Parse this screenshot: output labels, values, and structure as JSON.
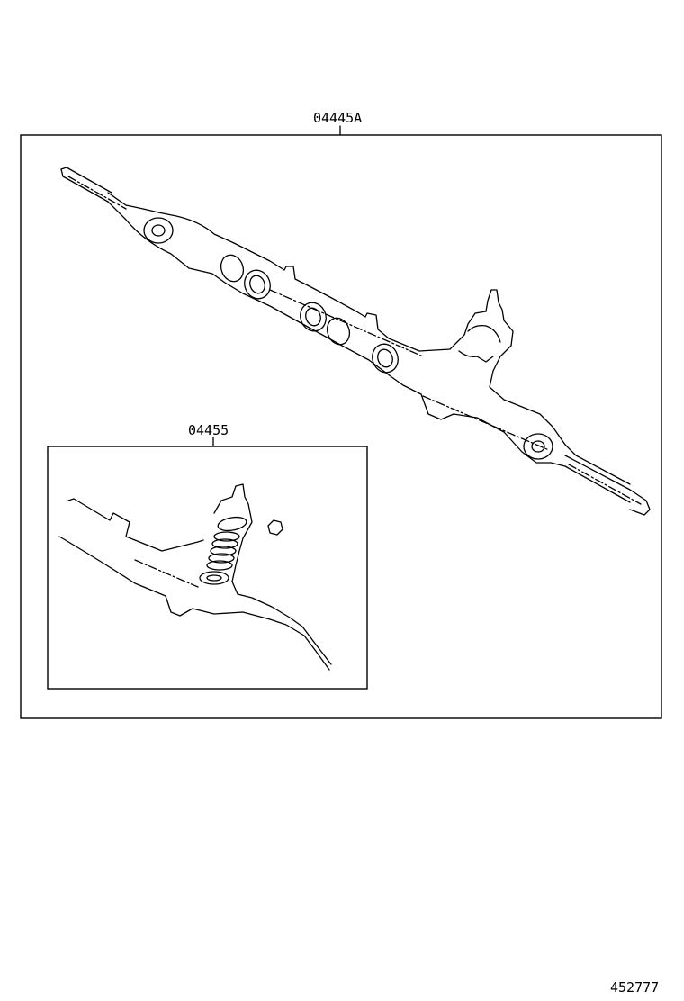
{
  "callouts": {
    "outer_kit": "04445A",
    "inner_kit": "04455"
  },
  "illustration_id": "452777"
}
